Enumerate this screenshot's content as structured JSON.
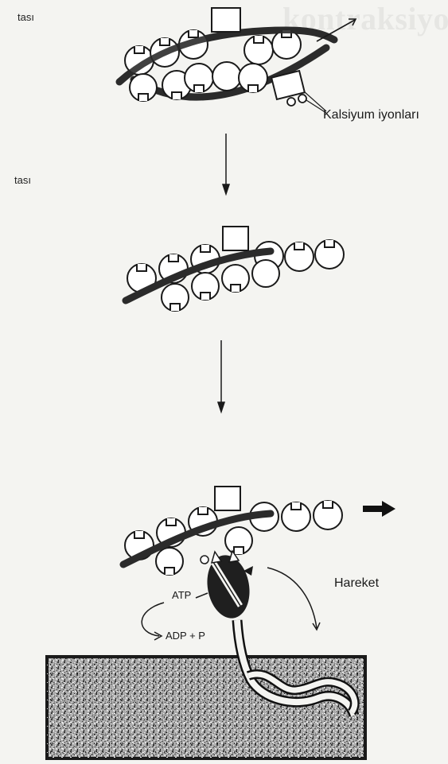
{
  "margin_labels": [
    "tası",
    "tası"
  ],
  "labels": {
    "calcium_ions": "Kalsiyum iyonları",
    "movement": "Hareket",
    "atp": "ATP",
    "adp_p": "ADP + P"
  },
  "bleed_title": "kontraksiyon"
}
